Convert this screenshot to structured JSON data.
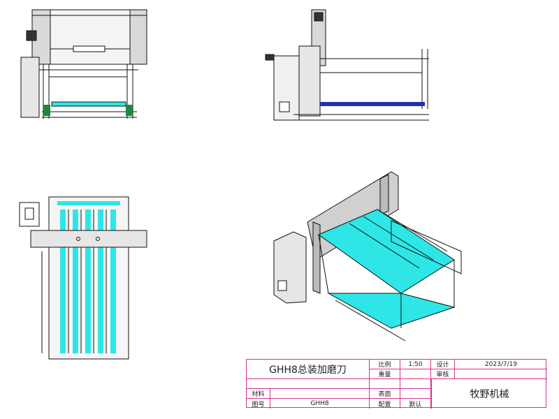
{
  "colors": {
    "line": "#111111",
    "accent_cyan": "#2ee6e6",
    "accent_blue": "#2233aa",
    "title_border": "#d6338f",
    "panel_gray": "#d9d9d9"
  },
  "title_block": {
    "title": "GHH8总装加磨刀",
    "scale_label": "比例",
    "scale_value": "1:50",
    "design_label": "设计",
    "date": "2023/7/19",
    "weight_label": "重量",
    "review_label": "审核",
    "material_label": "材料",
    "surface_label": "表面",
    "drawing_no_label": "图号",
    "drawing_no_value": "GHH8",
    "config_label": "配置",
    "config_value": "默认",
    "company": "牧野机械"
  }
}
